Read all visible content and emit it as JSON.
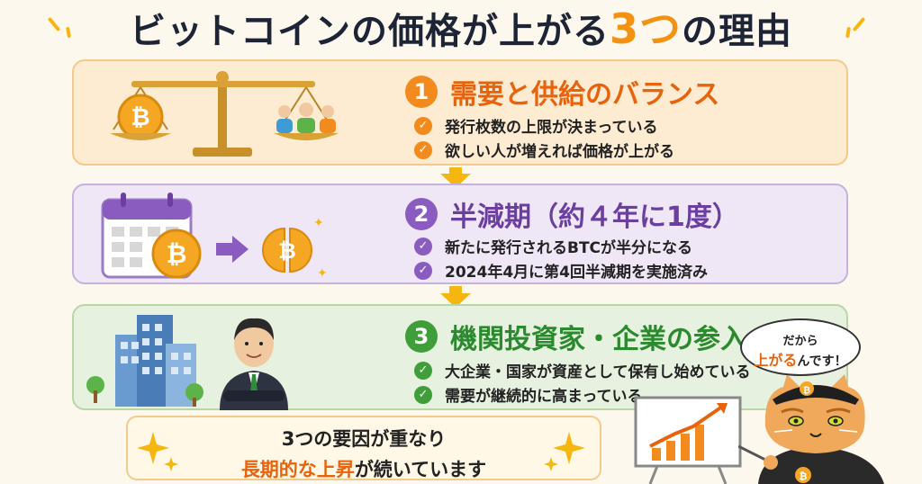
{
  "title": {
    "main": "ビットコインの価格が上がる",
    "highlight": "3つ",
    "tail": "の理由"
  },
  "reasons": [
    {
      "number": "1",
      "heading": "需要と供給のバランス",
      "bullets": [
        "発行枚数の上限が決まっている",
        "欲しい人が増えれば価格が上がる"
      ],
      "icon": "balance-scale-icon"
    },
    {
      "number": "2",
      "heading": "半減期（約４年に1度）",
      "bullets": [
        "新たに発行されるBTCが半分になる",
        "2024年4月に第4回半減期を実施済み"
      ],
      "icon": "calendar-halving-icon"
    },
    {
      "number": "3",
      "heading": "機関投資家・企業の参入",
      "bullets": [
        "大企業・国家が資産として保有し始めている",
        "需要が継続的に高まっている"
      ],
      "icon": "businessman-buildings-icon"
    }
  ],
  "summary": {
    "line1": "3つの要因が重なり",
    "line2_highlight": "長期的な上昇",
    "line2_tail": "が続いています"
  },
  "bubble": {
    "line1": "だから",
    "highlight": "上がる",
    "tail": "んです！"
  },
  "bitcoin_symbol": "₿",
  "colors": {
    "orange": "#f28a1d",
    "purple": "#8a5cc0",
    "green": "#3f9d3a",
    "gold": "#f5b60f"
  }
}
